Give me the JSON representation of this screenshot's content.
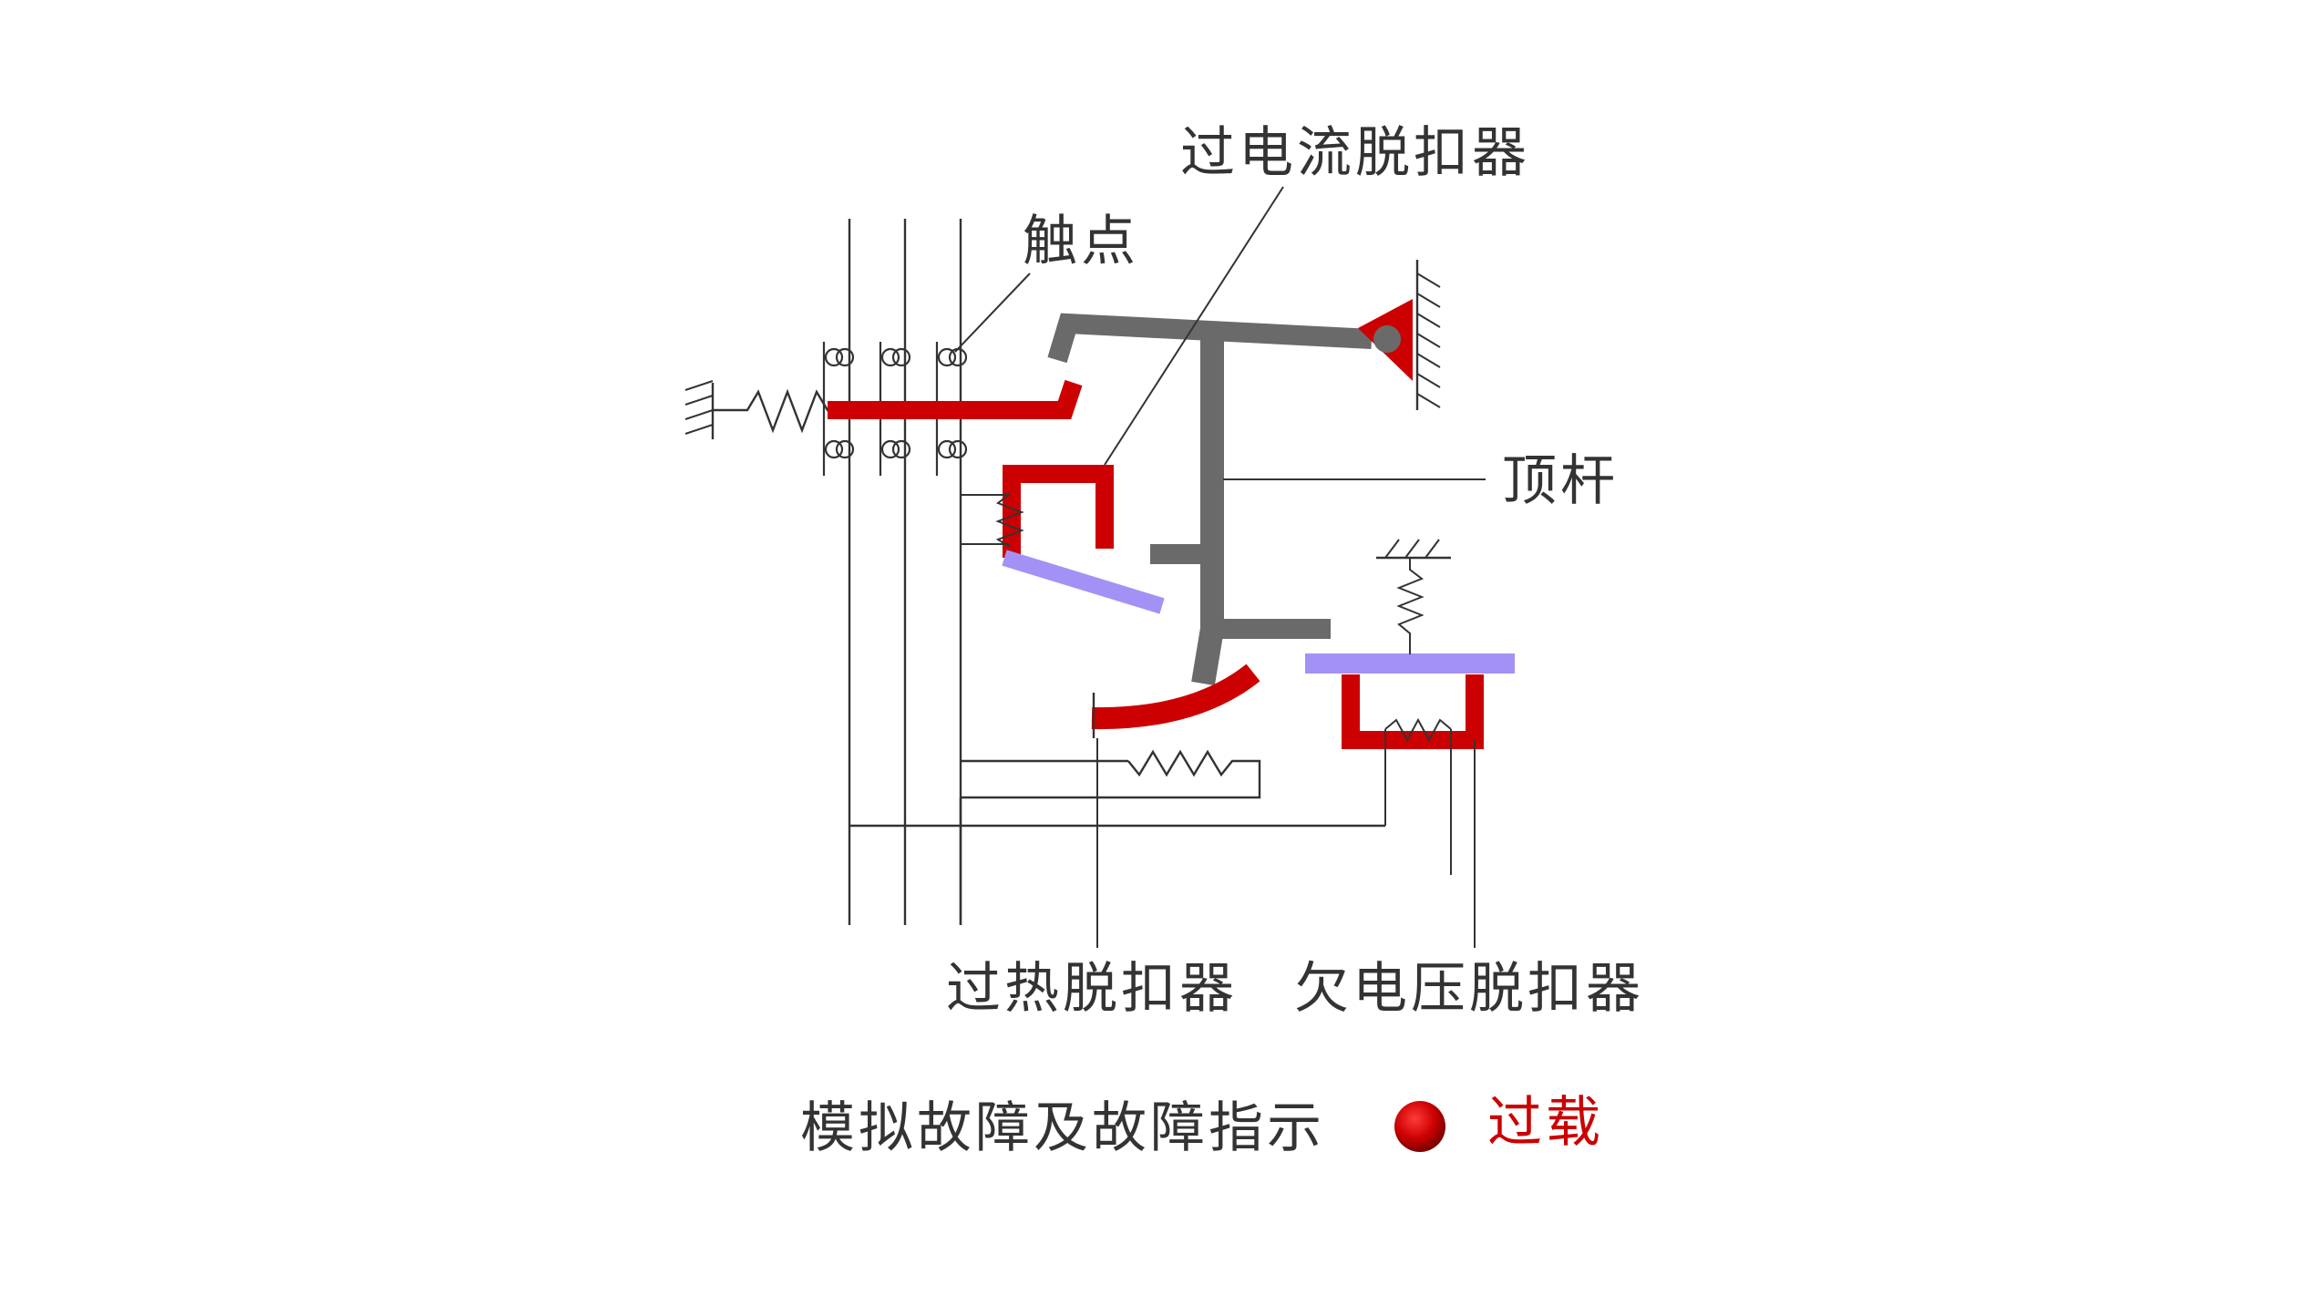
{
  "labels": {
    "overcurrent_release": "过电流脱扣器",
    "contact": "触点",
    "push_rod": "顶杆",
    "thermal_release": "过热脱扣器",
    "undervoltage_release": "欠电压脱扣器"
  },
  "fault_panel": {
    "title": "模拟故障及故障指示",
    "indicator_label": "过载"
  },
  "colors": {
    "red": "#cc0000",
    "grey": "#6a6a6a",
    "purple": "#a391f5",
    "line": "#333333"
  }
}
